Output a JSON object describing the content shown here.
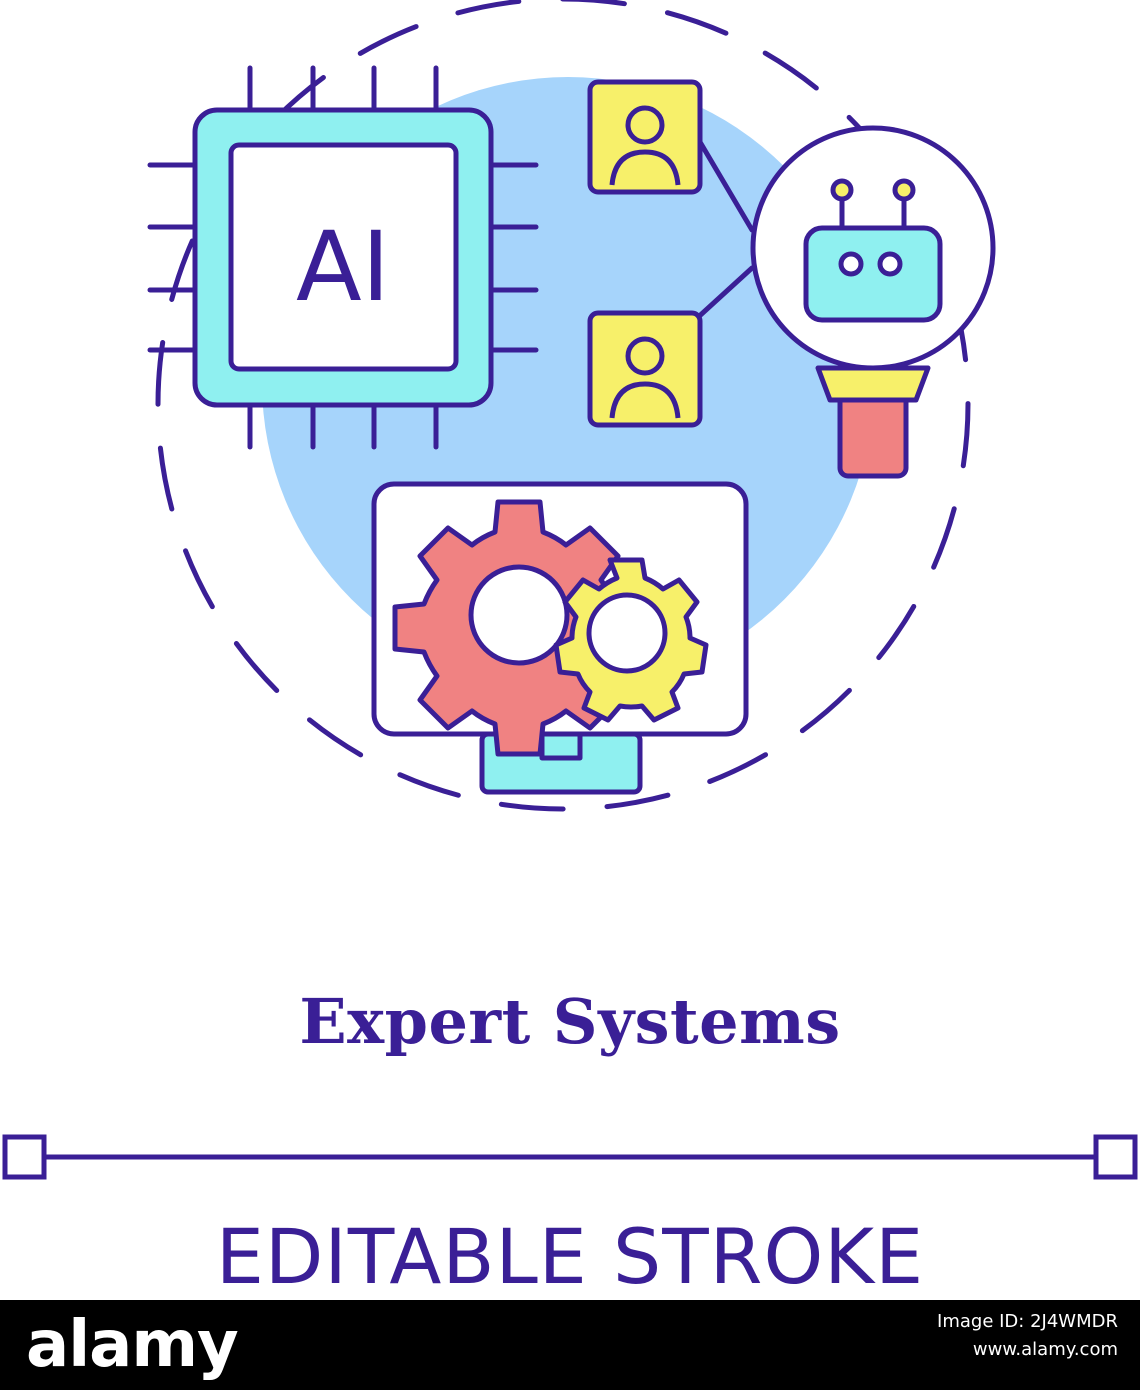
{
  "illustration": {
    "chip_label": "AI",
    "colors": {
      "outline": "#3a1f96",
      "chip_fill": "#8ff0f0",
      "backdrop": "#a6d4fb",
      "person_card": "#f7f06a",
      "robot_face": "#8ff0f0",
      "gear_large": "#f08282",
      "gear_small": "#f7f06a",
      "handle": "#f08282"
    },
    "icons": [
      "cpu-chip-icon",
      "person-card-icon",
      "robot-magnifier-icon",
      "monitor-gears-icon"
    ]
  },
  "title": "Expert Systems",
  "caption": "EDITABLE STROKE",
  "footer": {
    "logo": "alamy",
    "image_id_label": "Image ID: 2J4WMDR",
    "url": "www.alamy.com"
  }
}
